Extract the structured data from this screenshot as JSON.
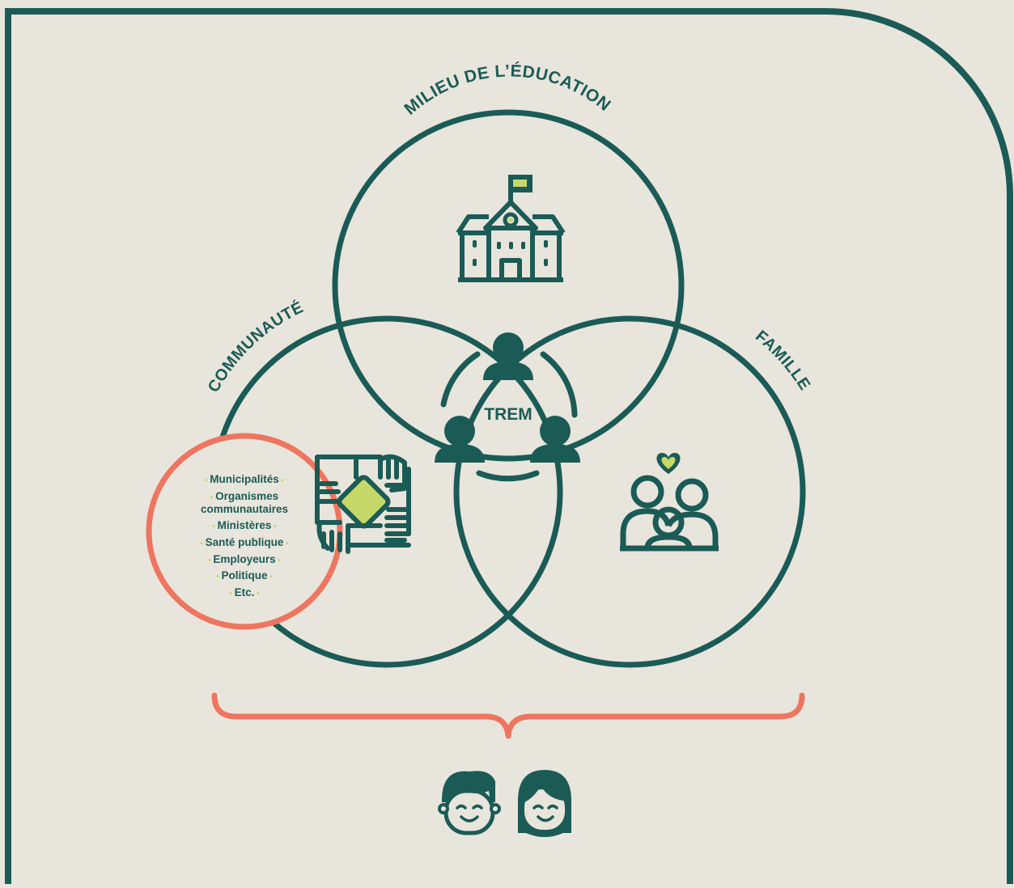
{
  "colors": {
    "background": "#e8e5dc",
    "primary": "#1b5b56",
    "accent_coral": "#ee7560",
    "accent_lime": "#c6d868"
  },
  "labels": {
    "education": "MILIEU DE L’ÉDUCATION",
    "community": "COMMUNAUTÉ",
    "family": "FAMILLE",
    "center": "TREM"
  },
  "community_list": [
    "Municipalités",
    "Organismes",
    "communautaires",
    "Ministères",
    "Santé publique",
    "Employeurs",
    "Politique",
    "Etc."
  ],
  "icons": {
    "education": "school-building-icon",
    "community": "joined-hands-icon",
    "family": "family-heart-icon",
    "center": "three-people-network-icon",
    "children": "children-faces-icon"
  }
}
